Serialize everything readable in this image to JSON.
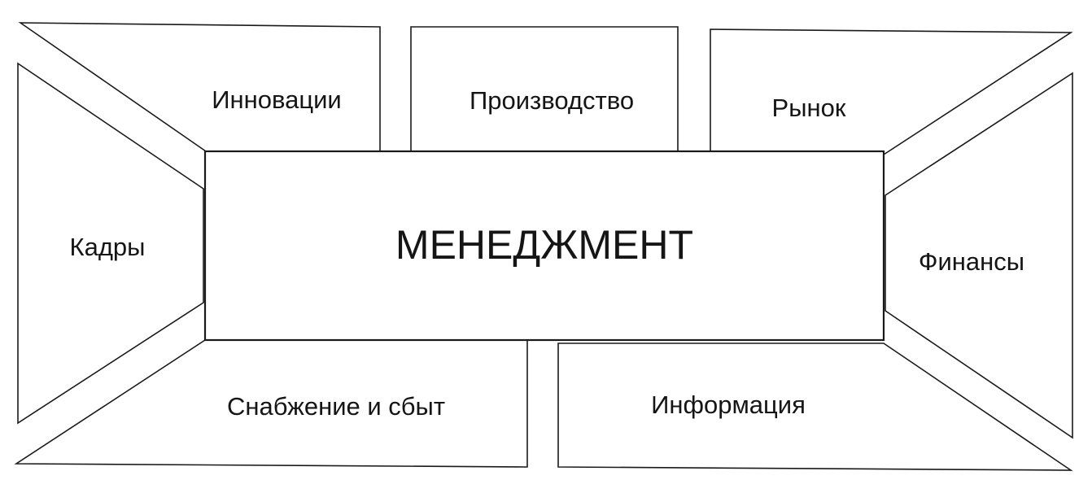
{
  "center_label": "МЕНЕДЖМЕНТ",
  "blocks": {
    "innovations": "Инновации",
    "production": "Производство",
    "market": "Рынок",
    "personnel": "Кадры",
    "finance": "Финансы",
    "supply": "Снабжение и сбыт",
    "information": "Информация"
  }
}
